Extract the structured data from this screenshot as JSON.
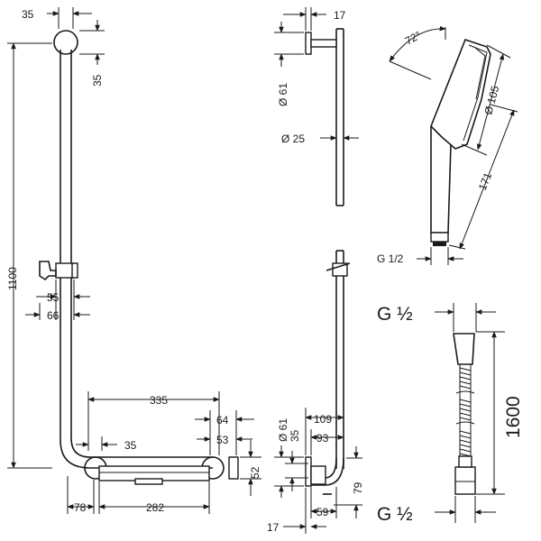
{
  "dimensions": {
    "d35_top": "35",
    "d35_side": "35",
    "d1100": "1100",
    "d55": "55",
    "d66": "66",
    "d335": "335",
    "d64": "64",
    "d53": "53",
    "d35_bottom": "35",
    "d52": "52",
    "d78": "78",
    "d282": "282",
    "d17_top": "17",
    "d61_top": "Ø 61",
    "d25": "Ø 25",
    "d61_bottom": "Ø 61",
    "d35_right": "35",
    "d109": "109",
    "d93": "93",
    "d79": "79",
    "d59": "59",
    "d17_bottom": "17",
    "angle72": "72°",
    "d105": "Ø 105",
    "d171": "171",
    "g12_shower": "G 1/2",
    "g12_hose_top": "G ½",
    "d1600": "1600",
    "g12_hose_bottom": "G ½"
  },
  "colors": {
    "line": "#1a1a1a",
    "background": "#ffffff"
  }
}
